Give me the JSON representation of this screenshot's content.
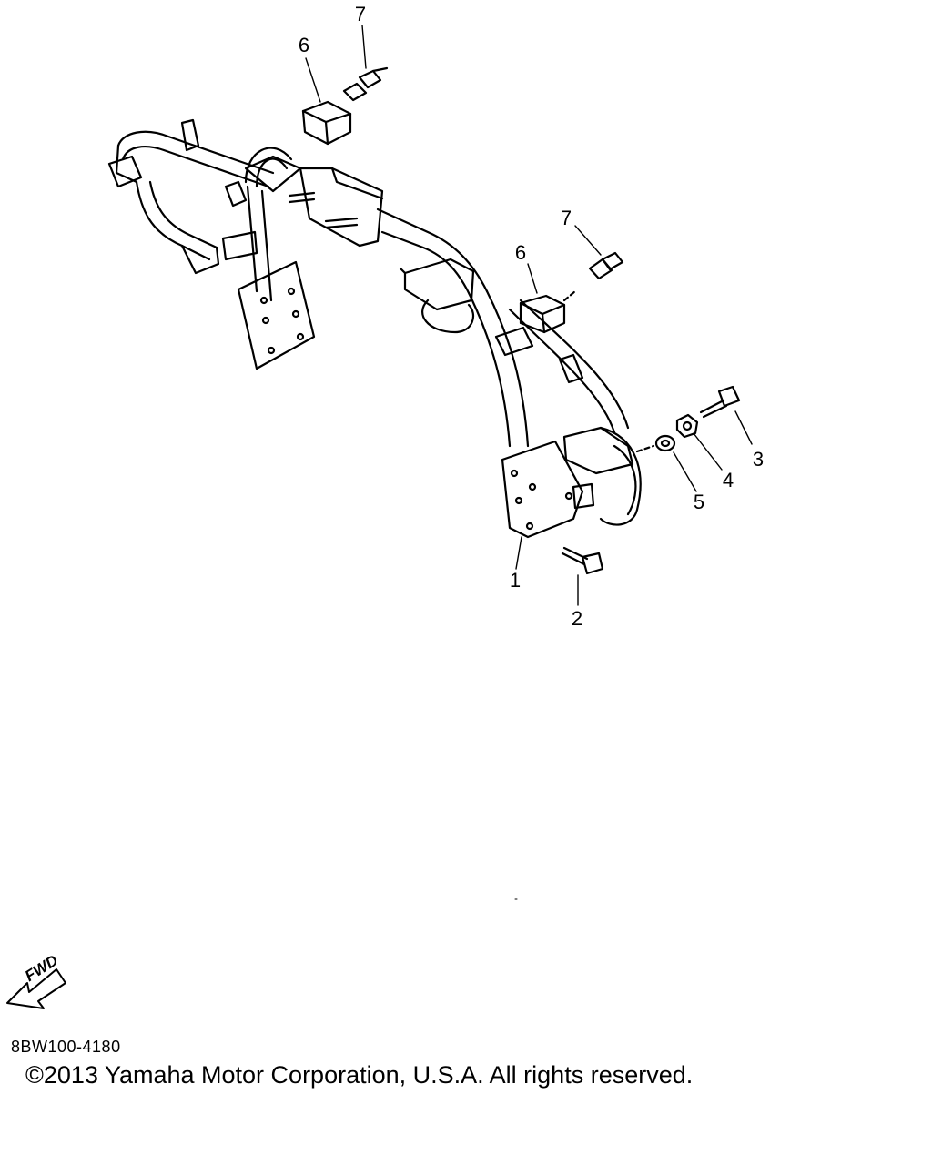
{
  "callouts": [
    "1",
    "2",
    "3",
    "4",
    "5",
    "6",
    "6",
    "7",
    "7"
  ],
  "fwd_label": "FWD",
  "part_code": "8BW100-4180",
  "copyright": "©2013 Yamaha Motor Corporation, U.S.A. All rights reserved."
}
